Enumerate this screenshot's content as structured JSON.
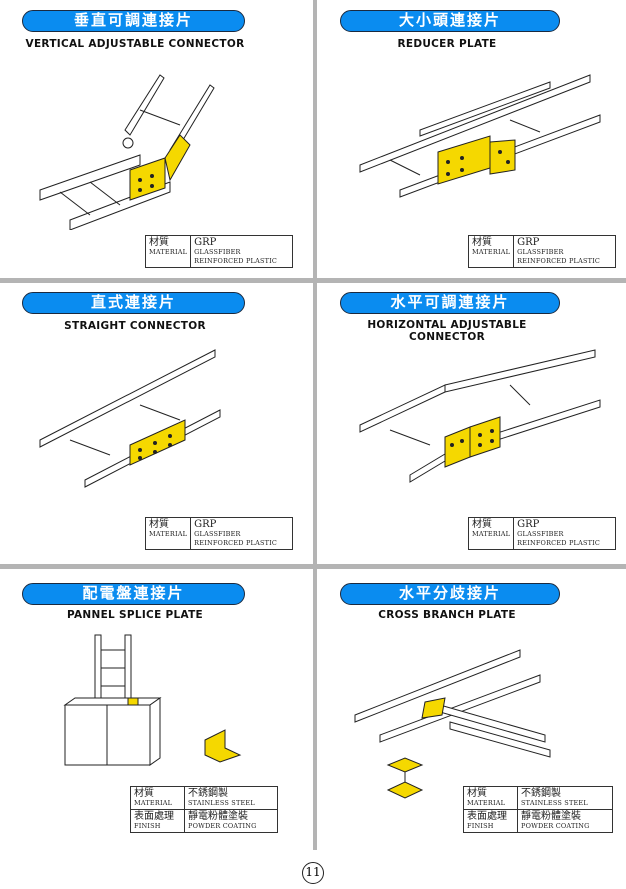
{
  "panels": [
    {
      "title_zh": "垂直可調連接片",
      "title_en": "VERTICAL ADJUSTABLE CONNECTOR",
      "spec": [
        {
          "label_zh": "材質",
          "label_en": "MATERIAL",
          "value_zh": "GRP",
          "value_en": "GLASSFIBER REINFORCED PLASTIC"
        }
      ]
    },
    {
      "title_zh": "大小頭連接片",
      "title_en": "REDUCER PLATE",
      "spec": [
        {
          "label_zh": "材質",
          "label_en": "MATERIAL",
          "value_zh": "GRP",
          "value_en": "GLASSFIBER REINFORCED PLASTIC"
        }
      ]
    },
    {
      "title_zh": "直式連接片",
      "title_en": "STRAIGHT CONNECTOR",
      "spec": [
        {
          "label_zh": "材質",
          "label_en": "MATERIAL",
          "value_zh": "GRP",
          "value_en": "GLASSFIBER REINFORCED PLASTIC"
        }
      ]
    },
    {
      "title_zh": "水平可調連接片",
      "title_en": "HORIZONTAL ADJUSTABLE CONNECTOR",
      "spec": [
        {
          "label_zh": "材質",
          "label_en": "MATERIAL",
          "value_zh": "GRP",
          "value_en": "GLASSFIBER REINFORCED PLASTIC"
        }
      ]
    },
    {
      "title_zh": "配電盤連接片",
      "title_en": "PANNEL SPLICE PLATE",
      "spec": [
        {
          "label_zh": "材質",
          "label_en": "MATERIAL",
          "value_zh": "不銹鋼製",
          "value_en": "STAINLESS STEEL"
        },
        {
          "label_zh": "表面處理",
          "label_en": "FINISH",
          "value_zh": "靜電粉體塗裝",
          "value_en": "POWDER COATING"
        }
      ]
    },
    {
      "title_zh": "水平分歧接片",
      "title_en": "CROSS BRANCH PLATE",
      "spec": [
        {
          "label_zh": "材質",
          "label_en": "MATERIAL",
          "value_zh": "不銹鋼製",
          "value_en": "STAINLESS STEEL"
        },
        {
          "label_zh": "表面處理",
          "label_en": "FINISH",
          "value_zh": "靜電粉體塗裝",
          "value_en": "POWDER COATING"
        }
      ]
    }
  ],
  "page_number": "11",
  "colors": {
    "pill": "#0a8cf0",
    "plate": "#f5d800",
    "divider": "#b4b4b4"
  }
}
